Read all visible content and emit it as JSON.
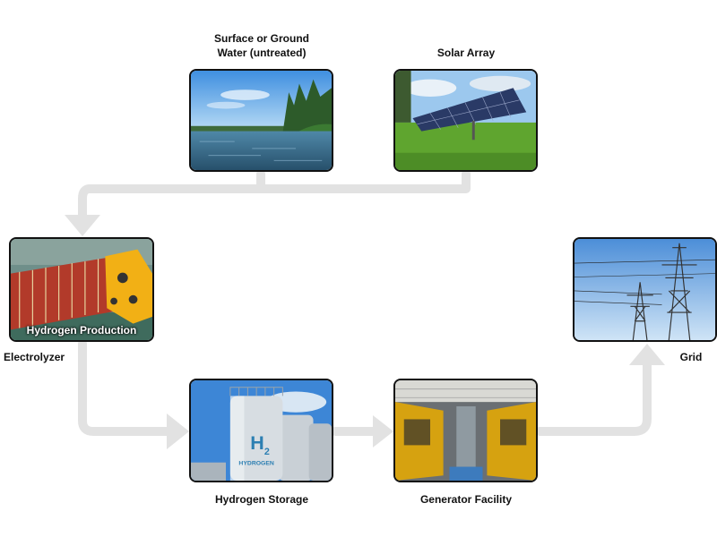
{
  "nodes": {
    "water": {
      "label_line1": "Surface or Ground",
      "label_line2": "Water (untreated)"
    },
    "solar": {
      "label": "Solar Array"
    },
    "electrolyzer": {
      "label": "Electrolyzer",
      "overlay": "Hydrogen Production"
    },
    "storage": {
      "label": "Hydrogen Storage",
      "tank_symbol": "H",
      "tank_subscript": "2",
      "tank_text": "HYDROGEN"
    },
    "generator": {
      "label": "Generator Facility"
    },
    "grid": {
      "label": "Grid"
    }
  },
  "colors": {
    "connector": "#e2e2e2",
    "tile_border": "#111111",
    "text": "#111111"
  }
}
